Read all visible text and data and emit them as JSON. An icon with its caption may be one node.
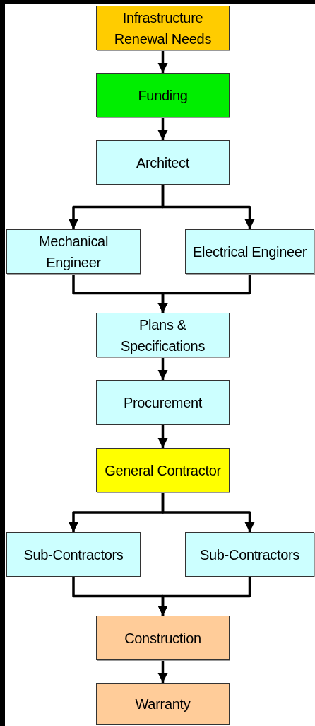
{
  "diagram": {
    "nodes": [
      {
        "text": [
          "Infrastructure Renewal Needs"
        ]
      },
      {
        "text": [
          "Funding"
        ]
      },
      {
        "text": [
          "Architect"
        ]
      },
      {
        "text": [
          "Mechanical Engineer"
        ]
      },
      {
        "text": [
          "Electrical Engineer"
        ]
      },
      {
        "text": [
          "Plans & Specifications"
        ]
      },
      {
        "text": [
          "Procurement"
        ]
      },
      {
        "text": [
          "General Contractor"
        ]
      },
      {
        "text": [
          "Sub-Contractors"
        ]
      },
      {
        "text": [
          "Sub-Contractors"
        ]
      },
      {
        "text": [
          "Construction"
        ]
      },
      {
        "text": [
          "Warranty"
        ]
      }
    ],
    "edges": [
      {
        "from": 0,
        "to": 1,
        "arrow": "to"
      },
      {
        "from": 1,
        "to": 2,
        "arrow": "to"
      },
      {
        "from": 2,
        "to": 3,
        "arrow": "to"
      },
      {
        "from": 2,
        "to": 4,
        "arrow": "to"
      },
      {
        "from": 3,
        "to": 5,
        "arrow": "to"
      },
      {
        "from": 4,
        "to": 5,
        "arrow": "to"
      },
      {
        "from": 5,
        "to": 6,
        "arrow": "to"
      },
      {
        "from": 6,
        "to": 7,
        "arrow": "to"
      },
      {
        "from": 7,
        "to": 8,
        "arrow": "to"
      },
      {
        "from": 7,
        "to": 9,
        "arrow": "to"
      },
      {
        "from": 8,
        "to": 10,
        "arrow": "to"
      },
      {
        "from": 9,
        "to": 10,
        "arrow": "to"
      },
      {
        "from": 10,
        "to": 11,
        "arrow": "to"
      }
    ]
  }
}
